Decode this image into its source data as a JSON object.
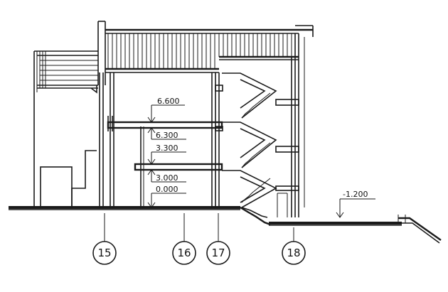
{
  "drawing": {
    "elevations": [
      {
        "id": "e6600",
        "text": "6.600"
      },
      {
        "id": "e6300",
        "text": "6.300"
      },
      {
        "id": "e3300",
        "text": "3.300"
      },
      {
        "id": "e3000",
        "text": "3.000"
      },
      {
        "id": "e0000",
        "text": "0.000"
      },
      {
        "id": "em1200",
        "text": "-1.200"
      }
    ],
    "axes": [
      {
        "id": "a15",
        "label": "15"
      },
      {
        "id": "a16",
        "label": "16"
      },
      {
        "id": "a17",
        "label": "17"
      },
      {
        "id": "a18",
        "label": "18"
      }
    ]
  }
}
